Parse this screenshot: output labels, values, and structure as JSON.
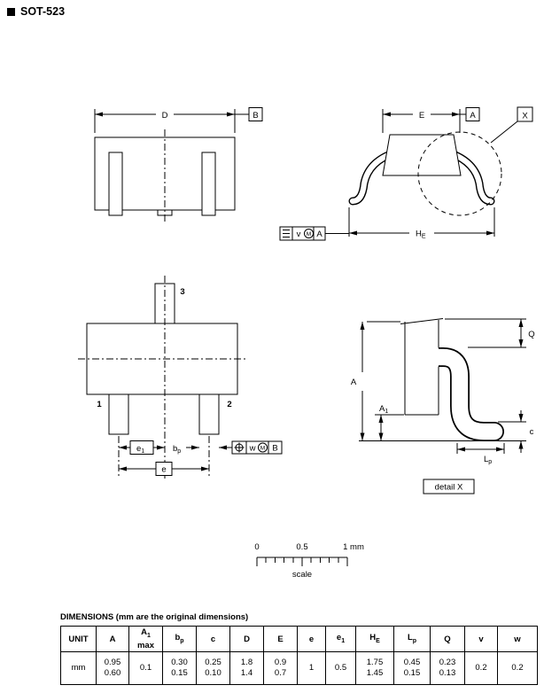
{
  "title": "SOT-523",
  "labels": {
    "D": "D",
    "E": "E",
    "e": "e",
    "Q": "Q",
    "A": "A",
    "c": "c",
    "v": "v",
    "w": "w",
    "M": "M",
    "HE_base": "H",
    "HE_sub": "E",
    "e1_base": "e",
    "e1_sub": "1",
    "bp_base": "b",
    "bp_sub": "p",
    "A1_base": "A",
    "A1_sub": "1",
    "Lp_base": "L",
    "Lp_sub": "p",
    "datum_A": "A",
    "datum_B": "B",
    "detail_ref": "X",
    "pin1": "1",
    "pin2": "2",
    "pin3": "3",
    "detail_label": "detail X"
  },
  "scalebar": {
    "zero": "0",
    "half": "0.5",
    "one": "1 mm",
    "label": "scale"
  },
  "table": {
    "title": "DIMENSIONS (mm are the original dimensions)",
    "unit_header": "UNIT",
    "unit_row": "mm",
    "headers": {
      "A": "A",
      "A1_base": "A",
      "A1_sub": "1",
      "A1_note": "max",
      "bp_base": "b",
      "bp_sub": "p",
      "c": "c",
      "D": "D",
      "E": "E",
      "e": "e",
      "e1_base": "e",
      "e1_sub": "1",
      "HE_base": "H",
      "HE_sub": "E",
      "Lp_base": "L",
      "Lp_sub": "p",
      "Q": "Q",
      "v": "v",
      "w": "w"
    },
    "values": {
      "A": [
        "0.95",
        "0.60"
      ],
      "A1": [
        "0.1"
      ],
      "bp": [
        "0.30",
        "0.15"
      ],
      "c": [
        "0.25",
        "0.10"
      ],
      "D": [
        "1.8",
        "1.4"
      ],
      "E": [
        "0.9",
        "0.7"
      ],
      "e": [
        "1"
      ],
      "e1": [
        "0.5"
      ],
      "HE": [
        "1.75",
        "1.45"
      ],
      "Lp": [
        "0.45",
        "0.15"
      ],
      "Q": [
        "0.23",
        "0.13"
      ],
      "v": [
        "0.2"
      ],
      "w": [
        "0.2"
      ]
    }
  }
}
